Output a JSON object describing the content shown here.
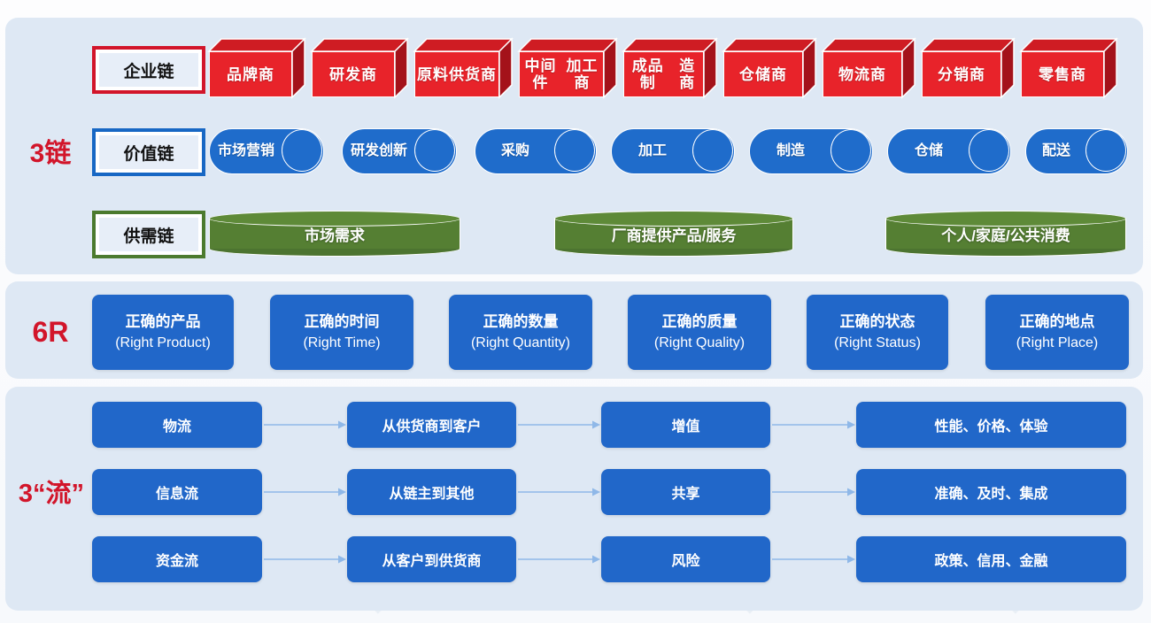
{
  "groups": {
    "chains_label": "3链",
    "six_r_label": "6R",
    "flows_label": "3“流”"
  },
  "chain_rows": {
    "enterprise": {
      "name": "企业链",
      "nodes": [
        "品牌商",
        "研发商",
        "原料供\n货商",
        "中间件\n加工商",
        "成品制\n造商",
        "仓储商",
        "物流商",
        "分销商",
        "零售商"
      ]
    },
    "value": {
      "name": "价值链",
      "nodes": [
        "市场\n营销",
        "研发\n创新",
        "采购",
        "加工",
        "制造",
        "仓储",
        "配送"
      ]
    },
    "supply_demand": {
      "name": "供需链",
      "nodes": [
        "市场需求",
        "厂商提供产品/服务",
        "个人/家庭/公共消费"
      ]
    }
  },
  "six_r": [
    {
      "cn": "正确的产品",
      "en": "(Right Product)"
    },
    {
      "cn": "正确的时间",
      "en": "(Right Time)"
    },
    {
      "cn": "正确的数量",
      "en": "(Right Quantity)"
    },
    {
      "cn": "正确的质量",
      "en": "(Right Quality)"
    },
    {
      "cn": "正确的状态",
      "en": "(Right Status)"
    },
    {
      "cn": "正确的地点",
      "en": "(Right Place)"
    }
  ],
  "flows": [
    {
      "name": "物流",
      "path": "从供货商到客户",
      "effect": "增值",
      "attrs": "性能、价格、体验"
    },
    {
      "name": "信息流",
      "path": "从链主到其他",
      "effect": "共享",
      "attrs": "准确、及时、集成"
    },
    {
      "name": "资金流",
      "path": "从客户到供货商",
      "effect": "风险",
      "attrs": "政策、信用、金融"
    }
  ],
  "colors": {
    "panel_bg": "#dee8f4",
    "red": "#e8232a",
    "red_dark": "#b41219",
    "blue": "#2167c9",
    "green": "#557f33",
    "label_red": "#d2152a",
    "arrow": "#8fb8e8"
  }
}
